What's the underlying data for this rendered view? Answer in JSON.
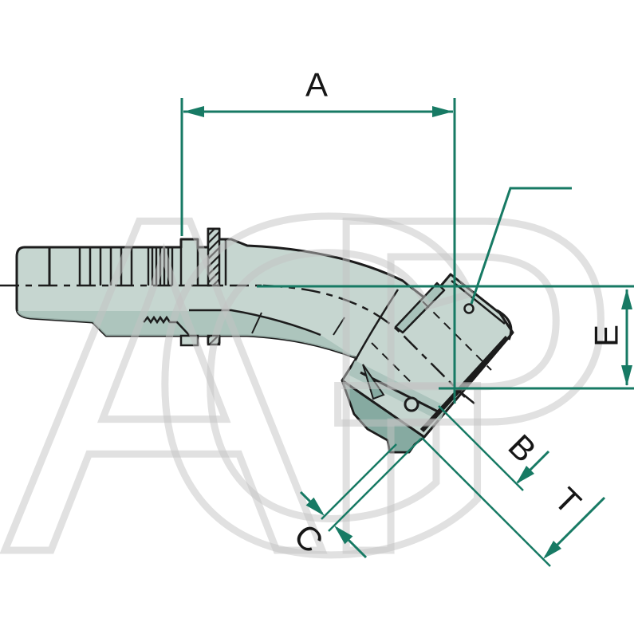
{
  "watermark": {
    "letters": [
      "A",
      "G",
      "P"
    ]
  },
  "dimensions": {
    "a": {
      "label": "A"
    },
    "b": {
      "label": "B"
    },
    "c": {
      "label": "C"
    },
    "e": {
      "label": "E"
    },
    "t": {
      "label": "T"
    }
  },
  "colors": {
    "dimension": "#177a64",
    "outline": "#1c1c1c",
    "body-light": "#c6d6d0",
    "body-mid": "#a8c2ba",
    "body-dark": "#86aaa1",
    "watermark": "#c4c4c4"
  }
}
